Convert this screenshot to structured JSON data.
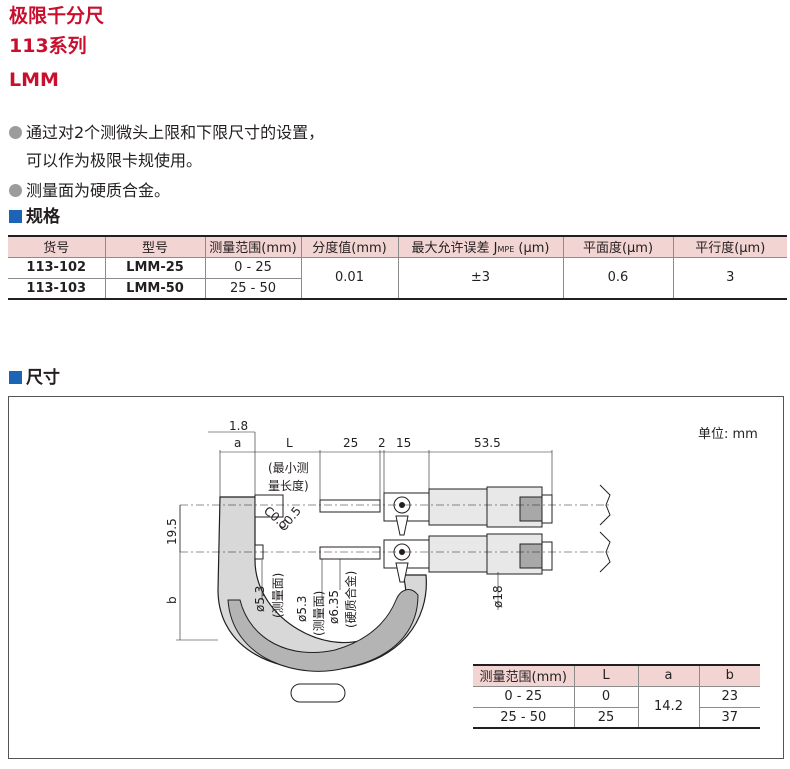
{
  "header": {
    "title_cn": "极限千分尺",
    "series": "113系列",
    "model": "LMM"
  },
  "features": [
    "通过对2个测微头上限和下限尺寸的设置，",
    "可以作为极限卡规使用。",
    "测量面为硬质合金。"
  ],
  "sections": {
    "spec": "规格",
    "dims": "尺寸"
  },
  "spec_table": {
    "headers": [
      "货号",
      "型号",
      "测量范围(mm)",
      "分度值(mm)",
      "最大允许误差 J",
      "MPE",
      " (μm)",
      "平面度(μm)",
      "平行度(μm)"
    ],
    "rows": [
      {
        "code": "113-102",
        "model": "LMM-25",
        "range": "0 - 25"
      },
      {
        "code": "113-103",
        "model": "LMM-50",
        "range": "25 - 50"
      }
    ],
    "graduation": "0.01",
    "error": "±3",
    "flatness": "0.6",
    "parallelism": "3"
  },
  "unit_label": "单位: mm",
  "drawing_labels": {
    "d18": "1.8",
    "a": "a",
    "L": "L",
    "d25": "25",
    "d2": "2",
    "d15": "15",
    "d535": "53.5",
    "minlen1": "(最小测",
    "minlen2": "量长度)",
    "c05a": "C0.5",
    "c05b": "C0.5",
    "d195": "19.5",
    "b": "b",
    "phi53a": "ø5.3",
    "meas_face_a": "(测量面)",
    "phi53b": "ø5.3",
    "meas_face_b": "(测量面)",
    "phi635": "ø6.35",
    "carbide": "(硬质合金)",
    "phi18": "ø18"
  },
  "dim_table": {
    "headers": [
      "测量范围(mm)",
      "L",
      "a",
      "b"
    ],
    "rows": [
      {
        "range": "0 - 25",
        "L": "0",
        "b": "23"
      },
      {
        "range": "25 - 50",
        "L": "25",
        "b": "37"
      }
    ],
    "a": "14.2"
  },
  "colors": {
    "title": "#c8102e",
    "accent_square": "#1c64b4",
    "bullet": "#9c9c9c",
    "table_header": "#f2d4d2",
    "body_fill": "#e8e8e8",
    "frame_fill": "#d8d8d8"
  }
}
